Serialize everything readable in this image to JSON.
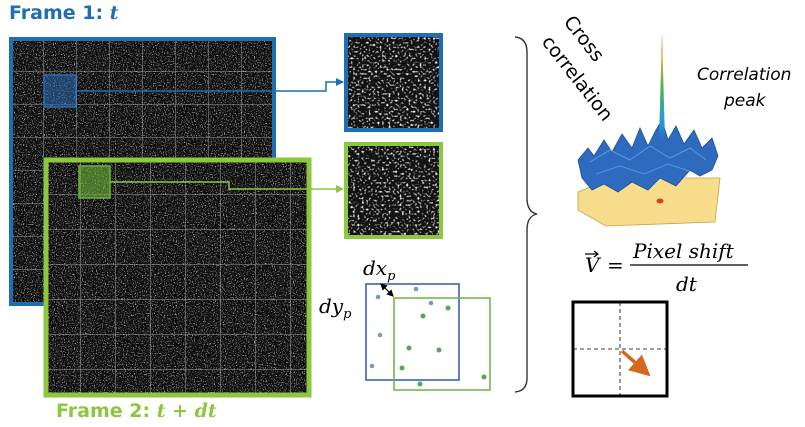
{
  "frame1": {
    "prefix": "Frame 1: ",
    "math": "t",
    "color": "#1f6db3"
  },
  "frame2": {
    "prefix": "Frame 2: ",
    "math": "t + dt",
    "color": "#8dc63f"
  },
  "cross_correlation": {
    "line1": "Cross",
    "line2": "correlation"
  },
  "correlation_peak": {
    "line1": "Correlation",
    "line2": "peak"
  },
  "displacement": {
    "dx_base": "dx",
    "dx_sub": "p",
    "dy_base": "dy",
    "dy_sub": "p"
  },
  "formula": {
    "lhs": "V",
    "equals": "=",
    "numerator": "Pixel shift",
    "denominator": "dt"
  },
  "colors": {
    "arrow": "#d2691e",
    "peak_base": "#f5d27a",
    "surface": "#2e6bbf"
  }
}
